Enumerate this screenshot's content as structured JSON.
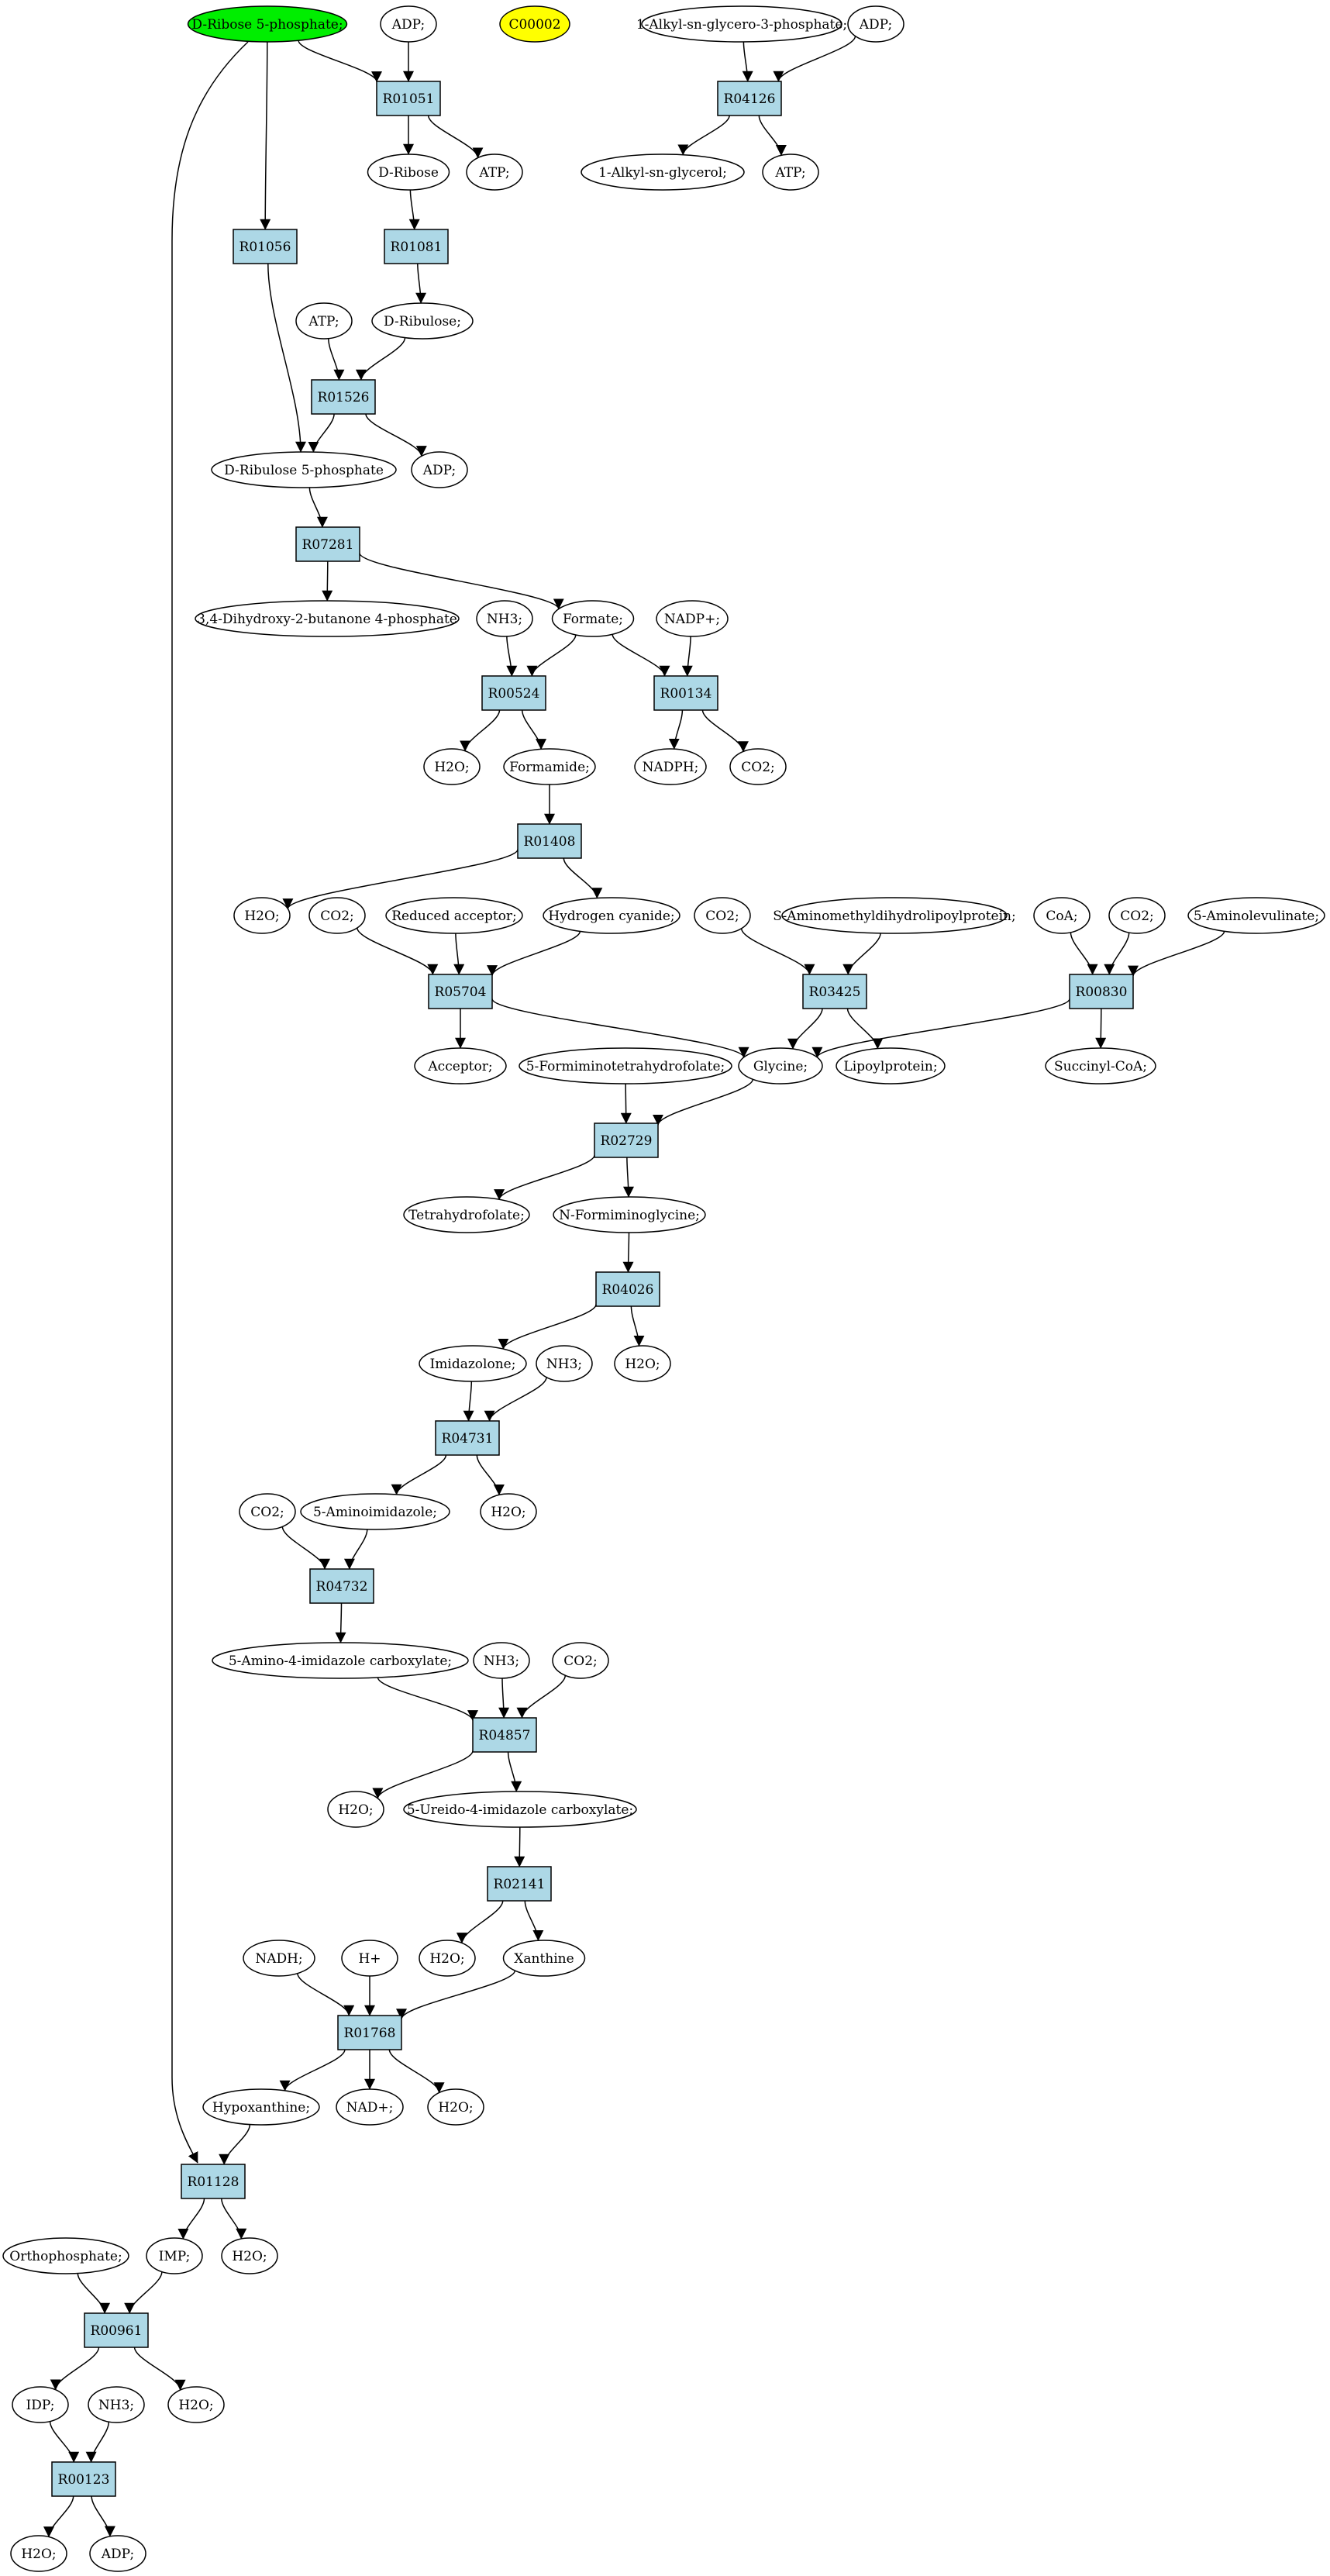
{
  "graph": {
    "colors": {
      "background": "#ffffff",
      "compound_fill": "#ffffff",
      "reaction_fill": "#add8e6",
      "highlight_source": "#00ee00",
      "highlight_target": "#ffff00",
      "stroke": "#000000"
    },
    "nodes": [
      {
        "id": "c_dribose5p",
        "label": "D-Ribose 5-phosphate;",
        "kind": "compound",
        "highlight": "source"
      },
      {
        "id": "c_adp1",
        "label": "ADP;",
        "kind": "compound"
      },
      {
        "id": "c_c00002",
        "label": "C00002",
        "kind": "compound",
        "highlight": "target"
      },
      {
        "id": "c_alkylglycero3p",
        "label": "1-Alkyl-sn-glycero-3-phosphate;",
        "kind": "compound"
      },
      {
        "id": "c_adp2",
        "label": "ADP;",
        "kind": "compound"
      },
      {
        "id": "r_R01051",
        "label": "R01051",
        "kind": "reaction"
      },
      {
        "id": "r_R04126",
        "label": "R04126",
        "kind": "reaction"
      },
      {
        "id": "c_dribose",
        "label": "D-Ribose",
        "kind": "compound"
      },
      {
        "id": "c_atp1",
        "label": "ATP;",
        "kind": "compound"
      },
      {
        "id": "c_alkylglycerol",
        "label": "1-Alkyl-sn-glycerol;",
        "kind": "compound"
      },
      {
        "id": "c_atp2",
        "label": "ATP;",
        "kind": "compound"
      },
      {
        "id": "r_R01056",
        "label": "R01056",
        "kind": "reaction"
      },
      {
        "id": "r_R01081",
        "label": "R01081",
        "kind": "reaction"
      },
      {
        "id": "c_atp3",
        "label": "ATP;",
        "kind": "compound"
      },
      {
        "id": "c_dribulose",
        "label": "D-Ribulose;",
        "kind": "compound"
      },
      {
        "id": "r_R01526",
        "label": "R01526",
        "kind": "reaction"
      },
      {
        "id": "c_dribulose5p",
        "label": "D-Ribulose 5-phosphate",
        "kind": "compound"
      },
      {
        "id": "c_adp3",
        "label": "ADP;",
        "kind": "compound"
      },
      {
        "id": "r_R07281",
        "label": "R07281",
        "kind": "reaction"
      },
      {
        "id": "c_dhbp",
        "label": "3,4-Dihydroxy-2-butanone 4-phosphate",
        "kind": "compound"
      },
      {
        "id": "c_nh3_1",
        "label": "NH3;",
        "kind": "compound"
      },
      {
        "id": "c_formate",
        "label": "Formate;",
        "kind": "compound"
      },
      {
        "id": "c_nadpplus",
        "label": "NADP+;",
        "kind": "compound"
      },
      {
        "id": "r_R00524",
        "label": "R00524",
        "kind": "reaction"
      },
      {
        "id": "r_R00134",
        "label": "R00134",
        "kind": "reaction"
      },
      {
        "id": "c_h2o_1",
        "label": "H2O;",
        "kind": "compound"
      },
      {
        "id": "c_formamide",
        "label": "Formamide;",
        "kind": "compound"
      },
      {
        "id": "c_nadph",
        "label": "NADPH;",
        "kind": "compound"
      },
      {
        "id": "c_co2_1",
        "label": "CO2;",
        "kind": "compound"
      },
      {
        "id": "r_R01408",
        "label": "R01408",
        "kind": "reaction"
      },
      {
        "id": "c_h2o_2",
        "label": "H2O;",
        "kind": "compound"
      },
      {
        "id": "c_co2_2",
        "label": "CO2;",
        "kind": "compound"
      },
      {
        "id": "c_redacceptor",
        "label": "Reduced acceptor;",
        "kind": "compound"
      },
      {
        "id": "c_hcn",
        "label": "Hydrogen cyanide;",
        "kind": "compound"
      },
      {
        "id": "c_co2_3",
        "label": "CO2;",
        "kind": "compound"
      },
      {
        "id": "c_saminomethyl",
        "label": "S-Aminomethyldihydrolipoylprotein;",
        "kind": "compound"
      },
      {
        "id": "c_coa",
        "label": "CoA;",
        "kind": "compound"
      },
      {
        "id": "c_co2_4",
        "label": "CO2;",
        "kind": "compound"
      },
      {
        "id": "c_5ala",
        "label": "5-Aminolevulinate;",
        "kind": "compound"
      },
      {
        "id": "r_R05704",
        "label": "R05704",
        "kind": "reaction"
      },
      {
        "id": "r_R03425",
        "label": "R03425",
        "kind": "reaction"
      },
      {
        "id": "r_R00830",
        "label": "R00830",
        "kind": "reaction"
      },
      {
        "id": "c_acceptor",
        "label": "Acceptor;",
        "kind": "compound"
      },
      {
        "id": "c_5fthf",
        "label": "5-Formiminotetrahydrofolate;",
        "kind": "compound"
      },
      {
        "id": "c_glycine",
        "label": "Glycine;",
        "kind": "compound"
      },
      {
        "id": "c_lipoylprotein",
        "label": "Lipoylprotein;",
        "kind": "compound"
      },
      {
        "id": "c_succinylcoa",
        "label": "Succinyl-CoA;",
        "kind": "compound"
      },
      {
        "id": "r_R02729",
        "label": "R02729",
        "kind": "reaction"
      },
      {
        "id": "c_thf",
        "label": "Tetrahydrofolate;",
        "kind": "compound"
      },
      {
        "id": "c_nformiminoglycine",
        "label": "N-Formiminoglycine;",
        "kind": "compound"
      },
      {
        "id": "r_R04026",
        "label": "R04026",
        "kind": "reaction"
      },
      {
        "id": "c_imidazolone",
        "label": "Imidazolone;",
        "kind": "compound"
      },
      {
        "id": "c_nh3_2",
        "label": "NH3;",
        "kind": "compound"
      },
      {
        "id": "c_h2o_3",
        "label": "H2O;",
        "kind": "compound"
      },
      {
        "id": "r_R04731",
        "label": "R04731",
        "kind": "reaction"
      },
      {
        "id": "c_co2_5",
        "label": "CO2;",
        "kind": "compound"
      },
      {
        "id": "c_5aminoimidazole",
        "label": "5-Aminoimidazole;",
        "kind": "compound"
      },
      {
        "id": "c_h2o_4",
        "label": "H2O;",
        "kind": "compound"
      },
      {
        "id": "r_R04732",
        "label": "R04732",
        "kind": "reaction"
      },
      {
        "id": "c_5amino4imid",
        "label": "5-Amino-4-imidazole carboxylate;",
        "kind": "compound"
      },
      {
        "id": "c_nh3_3",
        "label": "NH3;",
        "kind": "compound"
      },
      {
        "id": "c_co2_6",
        "label": "CO2;",
        "kind": "compound"
      },
      {
        "id": "r_R04857",
        "label": "R04857",
        "kind": "reaction"
      },
      {
        "id": "c_h2o_5",
        "label": "H2O;",
        "kind": "compound"
      },
      {
        "id": "c_5ureido",
        "label": "5-Ureido-4-imidazole carboxylate;",
        "kind": "compound"
      },
      {
        "id": "r_R02141",
        "label": "R02141",
        "kind": "reaction"
      },
      {
        "id": "c_nadh",
        "label": "NADH;",
        "kind": "compound"
      },
      {
        "id": "c_hplus",
        "label": "H+",
        "kind": "compound"
      },
      {
        "id": "c_h2o_6",
        "label": "H2O;",
        "kind": "compound"
      },
      {
        "id": "c_xanthine",
        "label": "Xanthine",
        "kind": "compound"
      },
      {
        "id": "r_R01768",
        "label": "R01768",
        "kind": "reaction"
      },
      {
        "id": "c_hypoxanthine",
        "label": "Hypoxanthine;",
        "kind": "compound"
      },
      {
        "id": "c_nadplus",
        "label": "NAD+;",
        "kind": "compound"
      },
      {
        "id": "c_h2o_7",
        "label": "H2O;",
        "kind": "compound"
      },
      {
        "id": "r_R01128",
        "label": "R01128",
        "kind": "reaction"
      },
      {
        "id": "c_orthophosphate",
        "label": "Orthophosphate;",
        "kind": "compound"
      },
      {
        "id": "c_imp",
        "label": "IMP;",
        "kind": "compound"
      },
      {
        "id": "c_h2o_8",
        "label": "H2O;",
        "kind": "compound"
      },
      {
        "id": "r_R00961",
        "label": "R00961",
        "kind": "reaction"
      },
      {
        "id": "c_idp",
        "label": "IDP;",
        "kind": "compound"
      },
      {
        "id": "c_nh3_4",
        "label": "NH3;",
        "kind": "compound"
      },
      {
        "id": "c_h2o_9",
        "label": "H2O;",
        "kind": "compound"
      },
      {
        "id": "r_R00123",
        "label": "R00123",
        "kind": "reaction"
      },
      {
        "id": "c_h2o_10",
        "label": "H2O;",
        "kind": "compound"
      },
      {
        "id": "c_adp4",
        "label": "ADP;",
        "kind": "compound"
      }
    ],
    "edges": [
      [
        "c_dribose5p",
        "r_R01051"
      ],
      [
        "c_adp1",
        "r_R01051"
      ],
      [
        "r_R01051",
        "c_dribose"
      ],
      [
        "r_R01051",
        "c_atp1"
      ],
      [
        "c_alkylglycero3p",
        "r_R04126"
      ],
      [
        "c_adp2",
        "r_R04126"
      ],
      [
        "r_R04126",
        "c_alkylglycerol"
      ],
      [
        "r_R04126",
        "c_atp2"
      ],
      [
        "c_dribose5p",
        "r_R01056"
      ],
      [
        "c_dribose",
        "r_R01081"
      ],
      [
        "r_R01081",
        "c_dribulose"
      ],
      [
        "c_atp3",
        "r_R01526"
      ],
      [
        "c_dribulose",
        "r_R01526"
      ],
      [
        "r_R01526",
        "c_dribulose5p"
      ],
      [
        "r_R01526",
        "c_adp3"
      ],
      [
        "r_R01056",
        "c_dribulose5p"
      ],
      [
        "c_dribulose5p",
        "r_R07281"
      ],
      [
        "r_R07281",
        "c_dhbp"
      ],
      [
        "r_R07281",
        "c_formate"
      ],
      [
        "c_nh3_1",
        "r_R00524"
      ],
      [
        "c_formate",
        "r_R00524"
      ],
      [
        "c_formate",
        "r_R00134"
      ],
      [
        "c_nadpplus",
        "r_R00134"
      ],
      [
        "r_R00524",
        "c_h2o_1"
      ],
      [
        "r_R00524",
        "c_formamide"
      ],
      [
        "r_R00134",
        "c_nadph"
      ],
      [
        "r_R00134",
        "c_co2_1"
      ],
      [
        "c_formamide",
        "r_R01408"
      ],
      [
        "r_R01408",
        "c_h2o_2"
      ],
      [
        "r_R01408",
        "c_hcn"
      ],
      [
        "c_co2_2",
        "r_R05704"
      ],
      [
        "c_redacceptor",
        "r_R05704"
      ],
      [
        "c_hcn",
        "r_R05704"
      ],
      [
        "r_R05704",
        "c_acceptor"
      ],
      [
        "r_R05704",
        "c_glycine"
      ],
      [
        "c_co2_3",
        "r_R03425"
      ],
      [
        "c_saminomethyl",
        "r_R03425"
      ],
      [
        "r_R03425",
        "c_glycine"
      ],
      [
        "r_R03425",
        "c_lipoylprotein"
      ],
      [
        "c_coa",
        "r_R00830"
      ],
      [
        "c_co2_4",
        "r_R00830"
      ],
      [
        "c_5ala",
        "r_R00830"
      ],
      [
        "r_R00830",
        "c_glycine"
      ],
      [
        "r_R00830",
        "c_succinylcoa"
      ],
      [
        "c_5fthf",
        "r_R02729"
      ],
      [
        "c_glycine",
        "r_R02729"
      ],
      [
        "r_R02729",
        "c_thf"
      ],
      [
        "r_R02729",
        "c_nformiminoglycine"
      ],
      [
        "c_nformiminoglycine",
        "r_R04026"
      ],
      [
        "r_R04026",
        "c_imidazolone"
      ],
      [
        "r_R04026",
        "c_h2o_3"
      ],
      [
        "c_imidazolone",
        "r_R04731"
      ],
      [
        "c_nh3_2",
        "r_R04731"
      ],
      [
        "r_R04731",
        "c_5aminoimidazole"
      ],
      [
        "r_R04731",
        "c_h2o_4"
      ],
      [
        "c_co2_5",
        "r_R04732"
      ],
      [
        "c_5aminoimidazole",
        "r_R04732"
      ],
      [
        "r_R04732",
        "c_5amino4imid"
      ],
      [
        "c_5amino4imid",
        "r_R04857"
      ],
      [
        "c_nh3_3",
        "r_R04857"
      ],
      [
        "c_co2_6",
        "r_R04857"
      ],
      [
        "r_R04857",
        "c_h2o_5"
      ],
      [
        "r_R04857",
        "c_5ureido"
      ],
      [
        "c_5ureido",
        "r_R02141"
      ],
      [
        "r_R02141",
        "c_h2o_6"
      ],
      [
        "r_R02141",
        "c_xanthine"
      ],
      [
        "c_nadh",
        "r_R01768"
      ],
      [
        "c_hplus",
        "r_R01768"
      ],
      [
        "c_xanthine",
        "r_R01768"
      ],
      [
        "r_R01768",
        "c_hypoxanthine"
      ],
      [
        "r_R01768",
        "c_nadplus"
      ],
      [
        "r_R01768",
        "c_h2o_7"
      ],
      [
        "c_dribose5p",
        "r_R01128"
      ],
      [
        "c_hypoxanthine",
        "r_R01128"
      ],
      [
        "r_R01128",
        "c_imp"
      ],
      [
        "r_R01128",
        "c_h2o_8"
      ],
      [
        "c_orthophosphate",
        "r_R00961"
      ],
      [
        "c_imp",
        "r_R00961"
      ],
      [
        "r_R00961",
        "c_idp"
      ],
      [
        "r_R00961",
        "c_h2o_9"
      ],
      [
        "c_idp",
        "r_R00123"
      ],
      [
        "c_nh3_4",
        "r_R00123"
      ],
      [
        "r_R00123",
        "c_h2o_10"
      ],
      [
        "r_R00123",
        "c_adp4"
      ]
    ]
  }
}
